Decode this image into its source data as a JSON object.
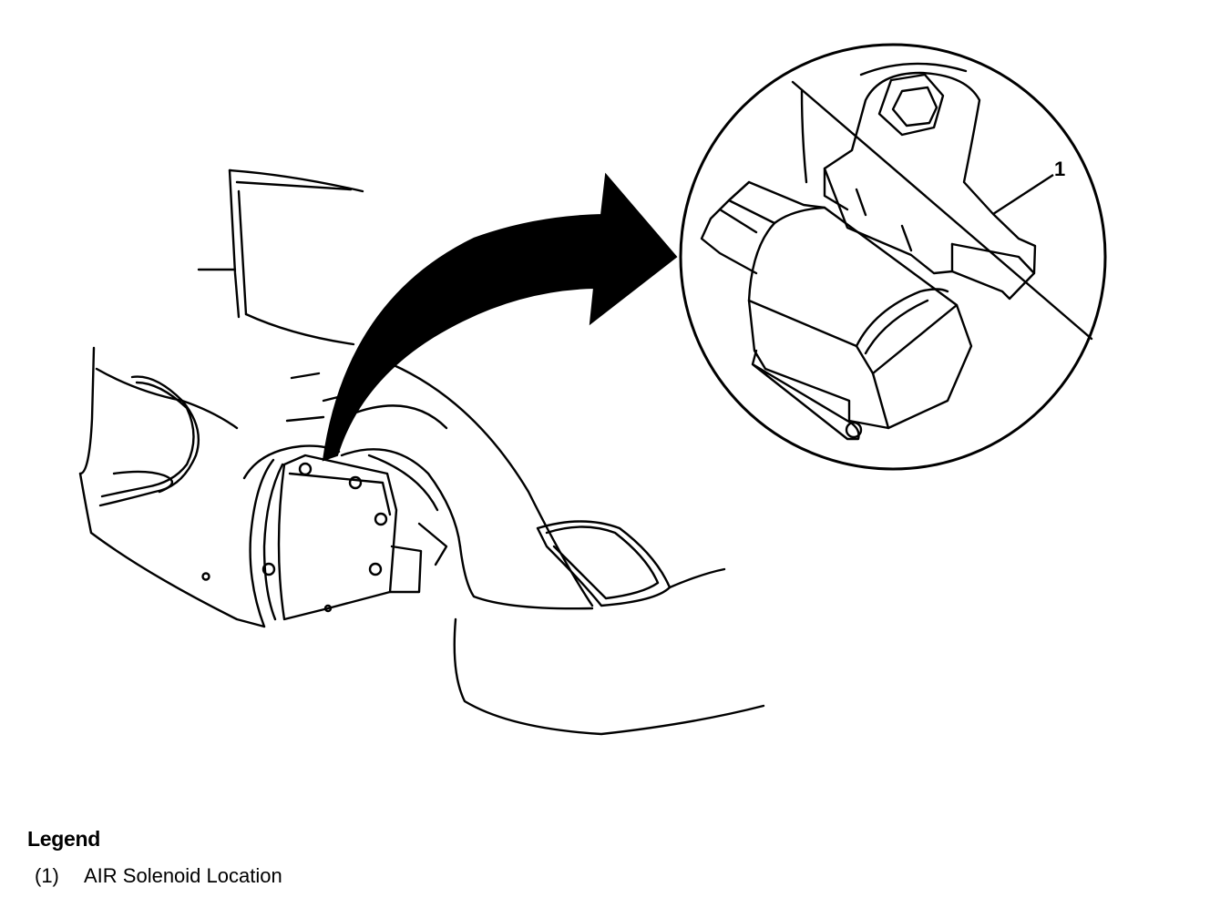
{
  "figure": {
    "callout_number": "1",
    "line_color": "#000000",
    "background_color": "#ffffff"
  },
  "legend": {
    "title": "Legend",
    "items": [
      {
        "number": "(1)",
        "label": "AIR Solenoid Location"
      }
    ]
  }
}
